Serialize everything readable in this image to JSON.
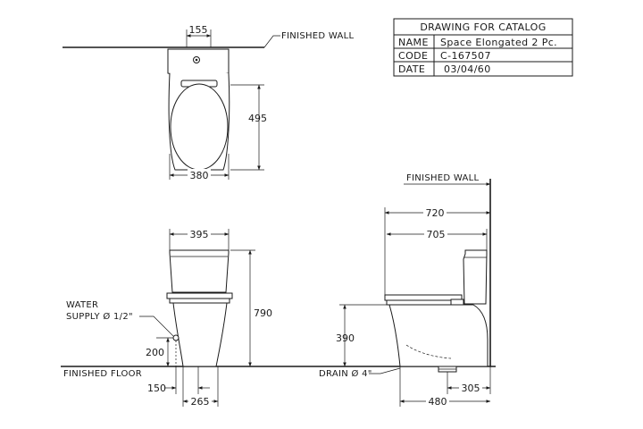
{
  "title_block": {
    "heading": "DRAWING FOR CATALOG",
    "rows": [
      {
        "label": "NAME",
        "value": "Space Elongated 2 Pc."
      },
      {
        "label": "CODE",
        "value": "C-167507"
      },
      {
        "label": "DATE",
        "value": "03/04/60"
      }
    ]
  },
  "notes": {
    "finished_wall_top": "FINISHED WALL",
    "finished_wall_side": "FINISHED WALL",
    "finished_floor": "FINISHED FLOOR",
    "water_line1": "WATER",
    "water_line2": "SUPPLY Ø 1/2\"",
    "drain": "DRAIN Ø 4\""
  },
  "dimensions": {
    "top_wall_offset": "155",
    "top_depth": "495",
    "top_width": "380",
    "front_width": "395",
    "front_height": "790",
    "supply_height": "200",
    "supply_offset": "150",
    "base_width": "265",
    "side_total": "720",
    "side_inner": "705",
    "seat_height": "390",
    "side_base": "480",
    "rough_in": "305"
  }
}
